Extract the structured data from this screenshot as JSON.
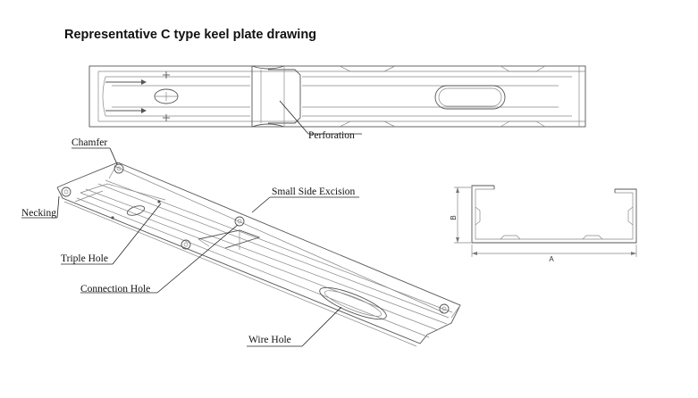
{
  "title": "Representative C type keel plate drawing",
  "labels": {
    "perforation": "Perforation",
    "chamfer": "Chamfer",
    "small_side_excision": "Small Side Excision",
    "necking": "Necking",
    "triple_hole": "Triple Hole",
    "connection_hole": "Connection Hole",
    "wire_hole": "Wire Hole"
  },
  "dimensions": {
    "width": "A",
    "height": "B"
  }
}
